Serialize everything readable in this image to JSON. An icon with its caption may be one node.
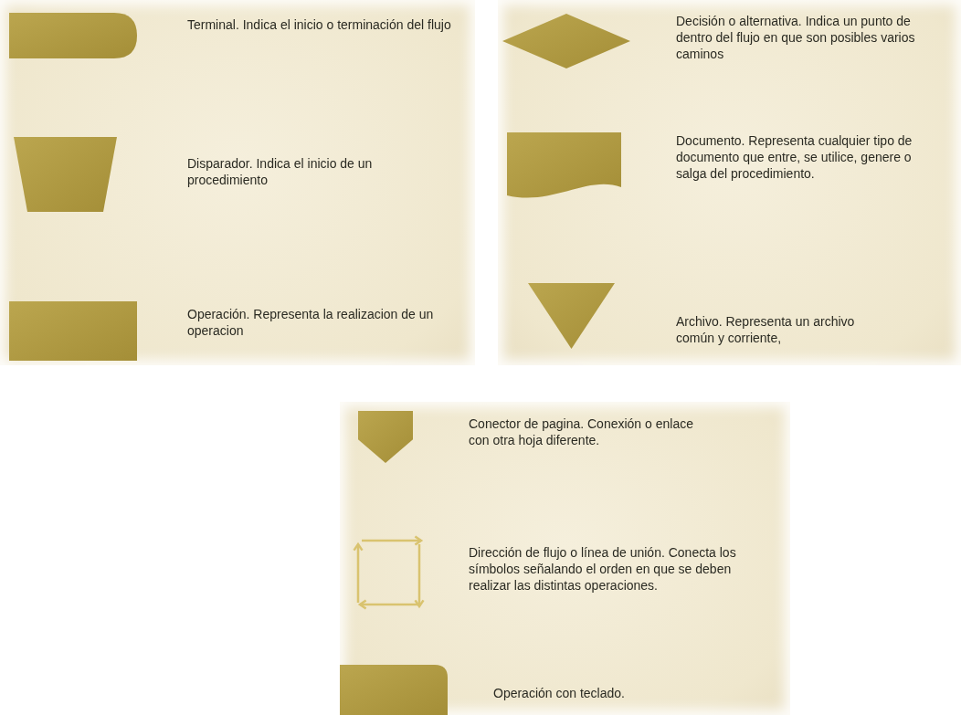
{
  "diagram": {
    "nodes": [
      {
        "text": [],
        "shape": "box"
      },
      {
        "text": [],
        "shape": "trapezoid"
      },
      {
        "text": [],
        "shape": "box"
      },
      {
        "text": [],
        "shape": "diamond"
      },
      {
        "text": [],
        "shape": "document"
      },
      {
        "text": [],
        "shape": "triangle"
      },
      {
        "text": [],
        "shape": "pentagon"
      },
      {
        "text": [],
        "shape": "arrows"
      },
      {
        "text": [],
        "shape": "box"
      }
    ],
    "labels": [
      "Terminal. Indica el inicio o terminación del flujo",
      "Disparador. Indica el inicio de un procedimiento",
      "Operación. Representa la realizacion de un operacion",
      "Decisión o alternativa. Indica un punto de dentro del flujo en que son posibles varios caminos",
      "Documento. Representa cualquier tipo de documento que entre, se utilice, genere o salga del procedimiento.",
      "Archivo. Representa un archivo común y corriente,",
      "Conector de pagina. Conexión o enlace con otra hoja diferente.",
      "Dirección de flujo o línea de unión. Conecta los símbolos señalando el orden en que se deben realizar las distintas operaciones.",
      "Operación con teclado."
    ]
  }
}
